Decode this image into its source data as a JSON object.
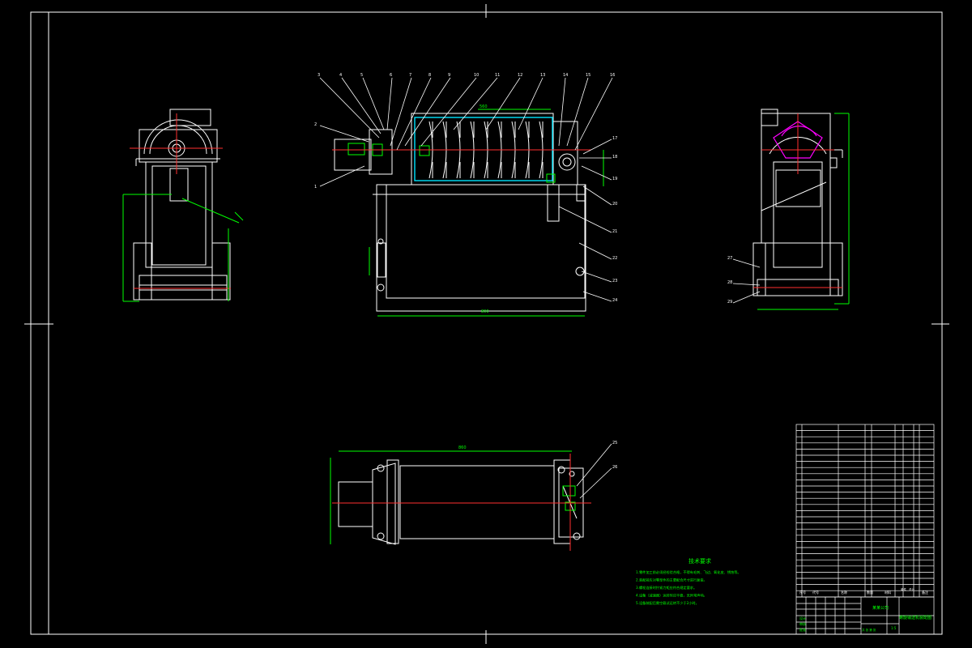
{
  "drawing": {
    "background": "#000000",
    "line_color": "#ffffff",
    "dimension_color": "#00ff00",
    "centerline_color": "#ff3030",
    "hidden_color": "#ff00ff",
    "screen_color": "#00e5ff",
    "text_color": "#ffffff"
  },
  "front_view": {
    "balloons": [
      "3",
      "4",
      "5",
      "6",
      "7",
      "8",
      "9",
      "10",
      "11",
      "12",
      "13",
      "14",
      "15",
      "16"
    ],
    "left_labels": [
      "2",
      "1"
    ],
    "right_labels": [
      "17",
      "18",
      "19",
      "20",
      "21",
      "22",
      "23",
      "24"
    ],
    "dim_bottom": "800",
    "dim_top": "560"
  },
  "top_view": {
    "dim_top": "860",
    "balloons": [
      "25",
      "26"
    ]
  },
  "side_right": {
    "balloons": [
      "27",
      "28",
      "29"
    ]
  },
  "notes": {
    "title": "技术要求",
    "lines": [
      "1.零件加工前必须经检验合格，不得有毛刺、飞边、氧化皮、锈蚀等。",
      "2.装配前应对零部件的主要配合尺寸进行复查。",
      "3.螺栓连接时拧紧力矩应符合规定要求。",
      "4.设备（减速器）运转时应平稳，无异常声响。",
      "5.设备装配后需空载试运转不少于2小时。"
    ]
  },
  "title_block": {
    "drawing_name": "螺旋输送机装配图",
    "scale_label": "比例",
    "scale": "1:5",
    "sheet_label": "共 张 第 张",
    "company": "某某公司",
    "designer_label": "设计",
    "checker_label": "审核",
    "approve_label": "批准",
    "header_row": [
      "序号",
      "代号",
      "名称",
      "数量",
      "材料",
      "单件",
      "总计",
      "备注"
    ]
  }
}
